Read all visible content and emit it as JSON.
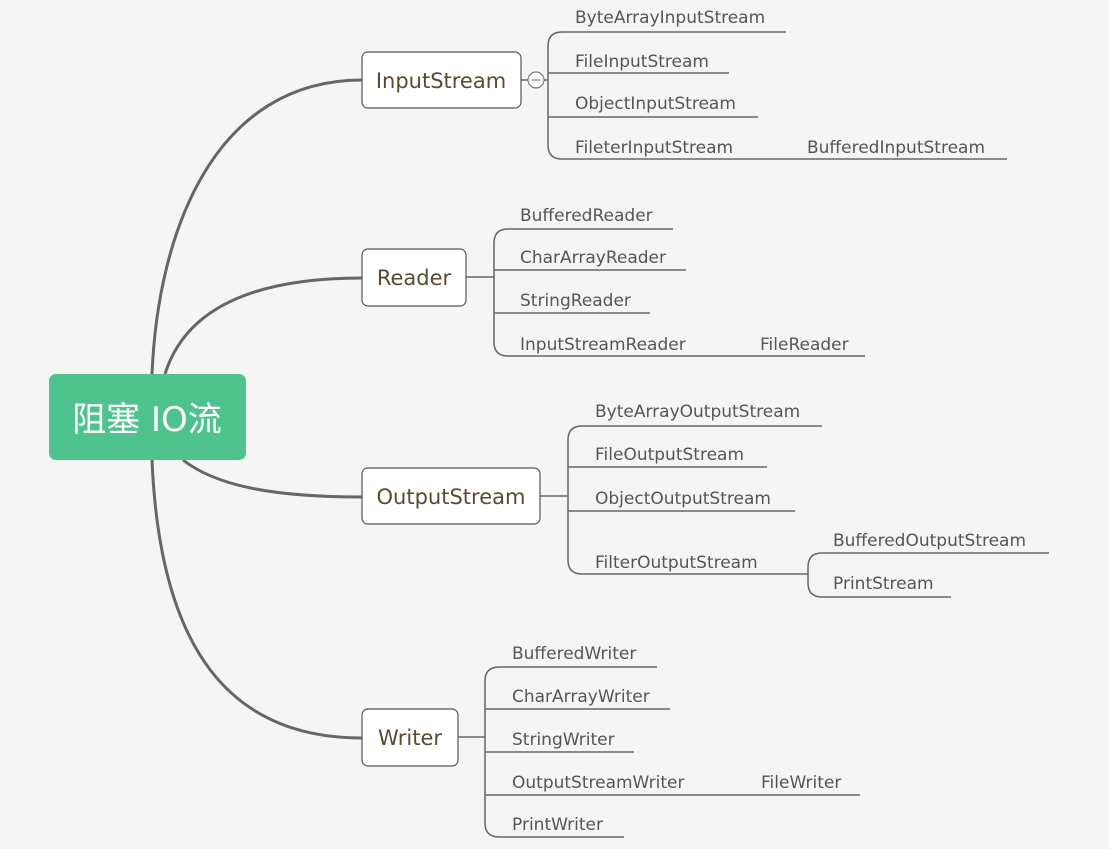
{
  "root": {
    "label": "阻塞 IO流"
  },
  "branches": {
    "input_stream": {
      "label": "InputStream",
      "children": [
        "ByteArrayInputStream",
        "FileInputStream",
        "ObjectInputStream",
        "FileterInputStream"
      ],
      "grandchild": "BufferedInputStream"
    },
    "reader": {
      "label": "Reader",
      "children": [
        "BufferedReader",
        "CharArrayReader",
        "StringReader",
        "InputStreamReader"
      ],
      "grandchild": "FileReader"
    },
    "output_stream": {
      "label": "OutputStream",
      "children": [
        "ByteArrayOutputStream",
        "FileOutputStream",
        "ObjectOutputStream",
        "FilterOutputStream"
      ],
      "grandchildren": [
        "BufferedOutputStream",
        "PrintStream"
      ]
    },
    "writer": {
      "label": "Writer",
      "children": [
        "BufferedWriter",
        "CharArrayWriter",
        "StringWriter",
        "OutputStreamWriter",
        "PrintWriter"
      ],
      "grandchild": "FileWriter"
    }
  },
  "colors": {
    "background": "#f5f5f5",
    "root_fill": "#4fc38e",
    "connector": "#666666",
    "branch_text": "#5a4a2f",
    "leaf_text": "#555555"
  },
  "icons": {
    "collapse": "collapse-minus-icon"
  }
}
